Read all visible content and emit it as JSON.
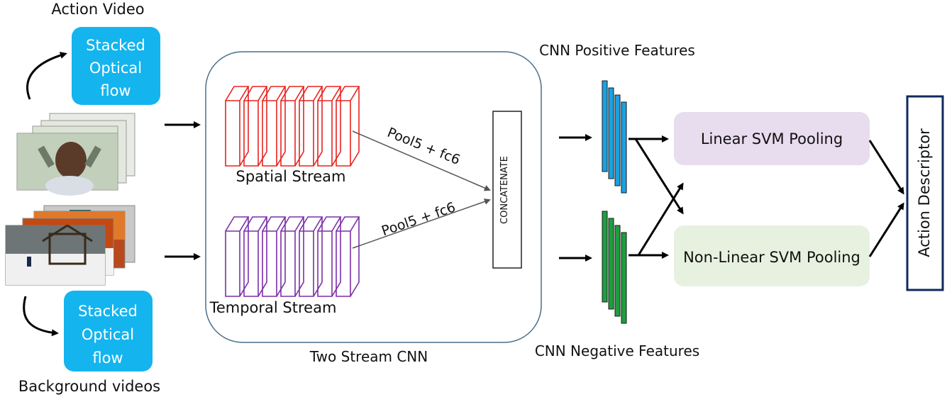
{
  "labels": {
    "action_video": "Action Video",
    "background_videos": "Background videos",
    "stacked_flow_top": [
      "Stacked",
      "Optical",
      "flow"
    ],
    "stacked_flow_bottom": [
      "Stacked",
      "Optical",
      "flow"
    ],
    "spatial_stream": "Spatial Stream",
    "temporal_stream": "Temporal Stream",
    "pool_top": "Pool5 + fc6",
    "pool_bottom": "Pool5 + fc6",
    "concatenate": "CONCATENATE",
    "two_stream_cnn": "Two Stream CNN",
    "cnn_positive": "CNN Positive Features",
    "cnn_negative": "CNN Negative Features",
    "linear_svm": "Linear SVM Pooling",
    "nonlinear_svm": "Non-Linear SVM Pooling",
    "action_descriptor": "Action Descriptor"
  },
  "colors": {
    "stacked_flow": "#14b4ee",
    "spatial_stream": "#e8231f",
    "temporal_stream": "#7b2fa8",
    "positive_features": "#1ba1e2",
    "negative_features": "#1e9e3e",
    "linear_svm_box": "#e8dcef",
    "nonlinear_svm_box": "#e6f2df",
    "descriptor_border": "#0f2a5c",
    "cnn_container_border": "#4a6e8a"
  }
}
